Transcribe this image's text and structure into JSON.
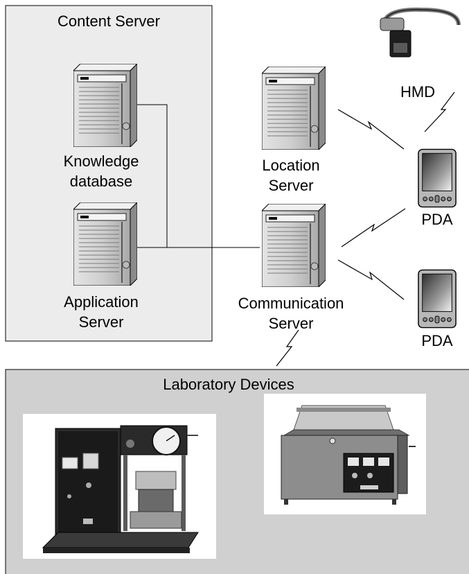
{
  "content_server": {
    "title": "Content Server"
  },
  "servers": {
    "knowledge": {
      "line1": "Knowledge",
      "line2": "database"
    },
    "application": {
      "line1": "Application",
      "line2": "Server"
    },
    "location": {
      "line1": "Location",
      "line2": "Server"
    },
    "communication": {
      "line1": "Communication",
      "line2": "Server"
    }
  },
  "devices": {
    "hmd": "HMD",
    "pda_top": "PDA",
    "pda_bottom": "PDA"
  },
  "laboratory": {
    "title": "Laboratory Devices"
  },
  "colors": {
    "panel_fill": "#ececec",
    "lab_fill": "#d0d0d0",
    "stroke": "#000000",
    "server_body": "#c8c8c8"
  }
}
